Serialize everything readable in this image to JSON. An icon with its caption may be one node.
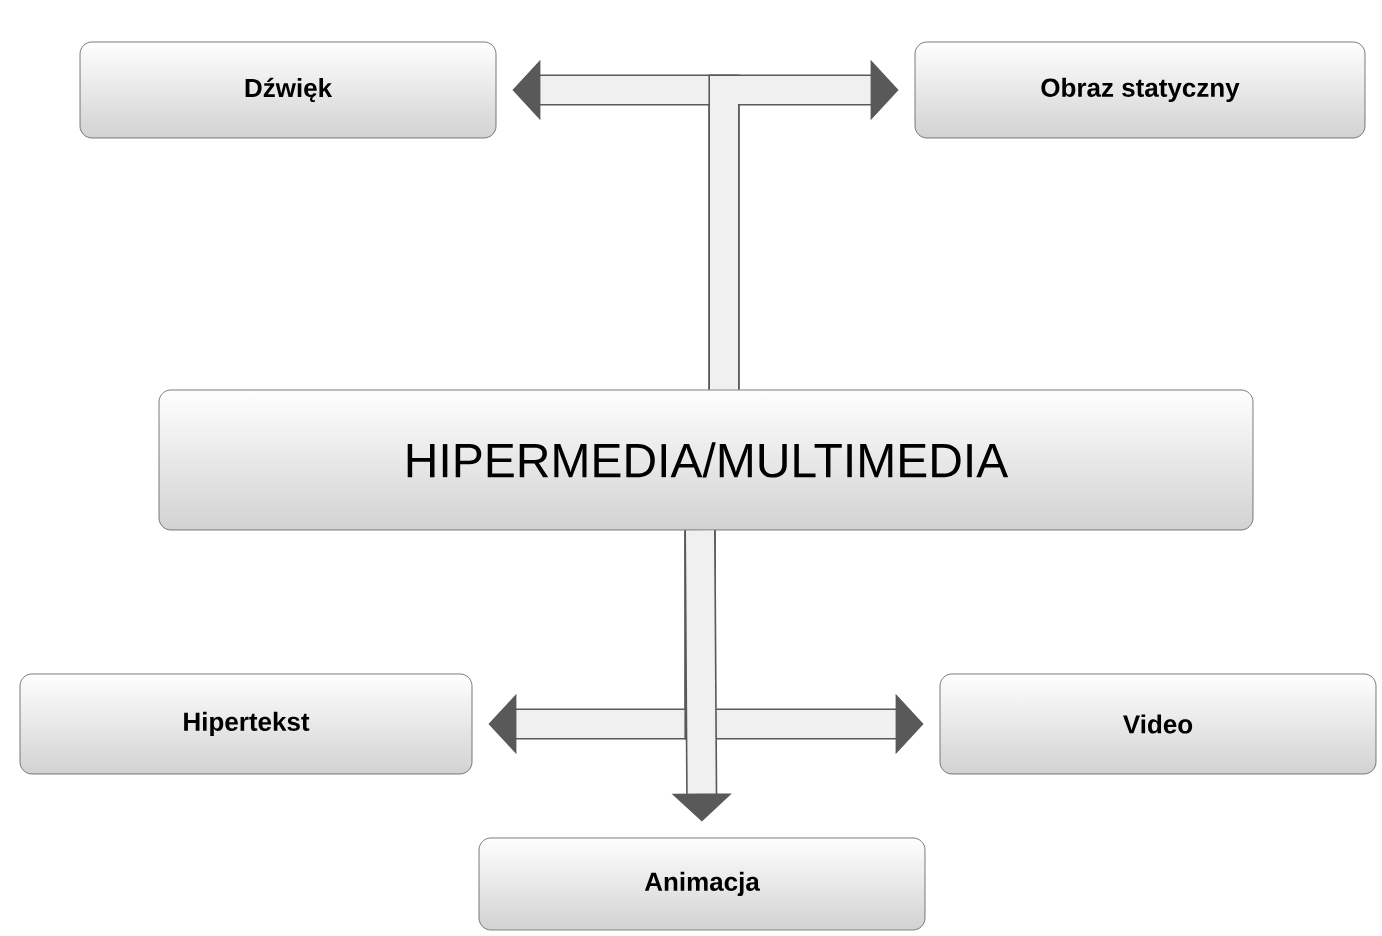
{
  "diagram": {
    "nodes": [
      {
        "text": [
          "Dźwięk"
        ]
      },
      {
        "text": [
          "Obraz statyczny"
        ]
      },
      {
        "text": [
          "HIPERMEDIA/MULTIMEDIA"
        ]
      },
      {
        "text": [
          "Hipertekst"
        ]
      },
      {
        "text": [
          "Video"
        ]
      },
      {
        "text": [
          "Animacja"
        ]
      }
    ],
    "edges": [
      {
        "from": 2,
        "to": 0,
        "arrow": "to"
      },
      {
        "from": 2,
        "to": 1,
        "arrow": "to"
      },
      {
        "from": 2,
        "to": 3,
        "arrow": "to"
      },
      {
        "from": 2,
        "to": 4,
        "arrow": "to"
      },
      {
        "from": 2,
        "to": 5,
        "arrow": "to"
      }
    ]
  }
}
